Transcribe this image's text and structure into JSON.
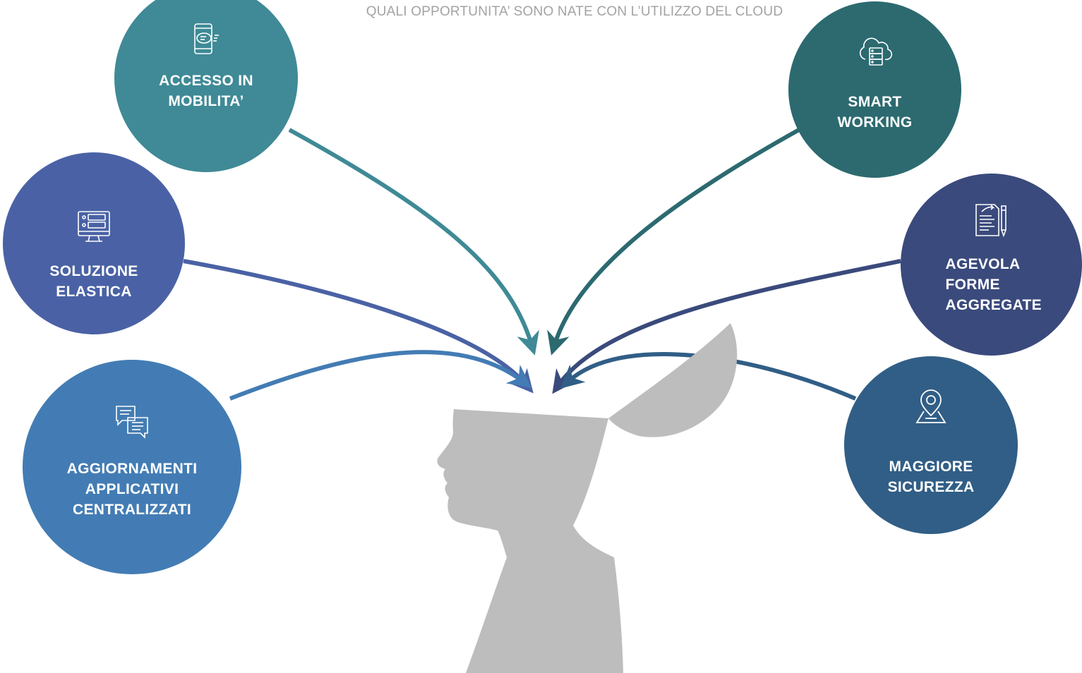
{
  "title": "QUALI OPPORTUNITA’ SONO NATE CON L’UTILIZZO DEL CLOUD",
  "colors": {
    "accesso": "#3f8a96",
    "soluzione": "#4a62a5",
    "aggiornamenti": "#437cb4",
    "smart": "#2c6a70",
    "agevola": "#3a4a7c",
    "sicurezza": "#315e86",
    "head": "#bdbdbd"
  },
  "bubbles": [
    {
      "id": "accesso",
      "line1": "ACCESSO IN",
      "line2": "MOBILITA’",
      "line3": "",
      "icon": "smartphone-chat-icon"
    },
    {
      "id": "soluzione",
      "line1": "SOLUZIONE",
      "line2": "ELASTICA",
      "line3": "",
      "icon": "monitor-options-icon"
    },
    {
      "id": "aggiornamenti",
      "line1": "AGGIORNAMENTI",
      "line2": "APPLICATIVI",
      "line3": "CENTRALIZZATI",
      "icon": "chat-bubbles-icon"
    },
    {
      "id": "smart",
      "line1": "SMART",
      "line2": "WORKING",
      "line3": "",
      "icon": "cloud-server-icon"
    },
    {
      "id": "agevola",
      "line1": "AGEVOLA",
      "line2": "FORME",
      "line3": "AGGREGATE",
      "icon": "document-pencil-icon"
    },
    {
      "id": "sicurezza",
      "line1": "MAGGIORE",
      "line2": "SICUREZZA",
      "line3": "",
      "icon": "map-pin-icon"
    }
  ]
}
